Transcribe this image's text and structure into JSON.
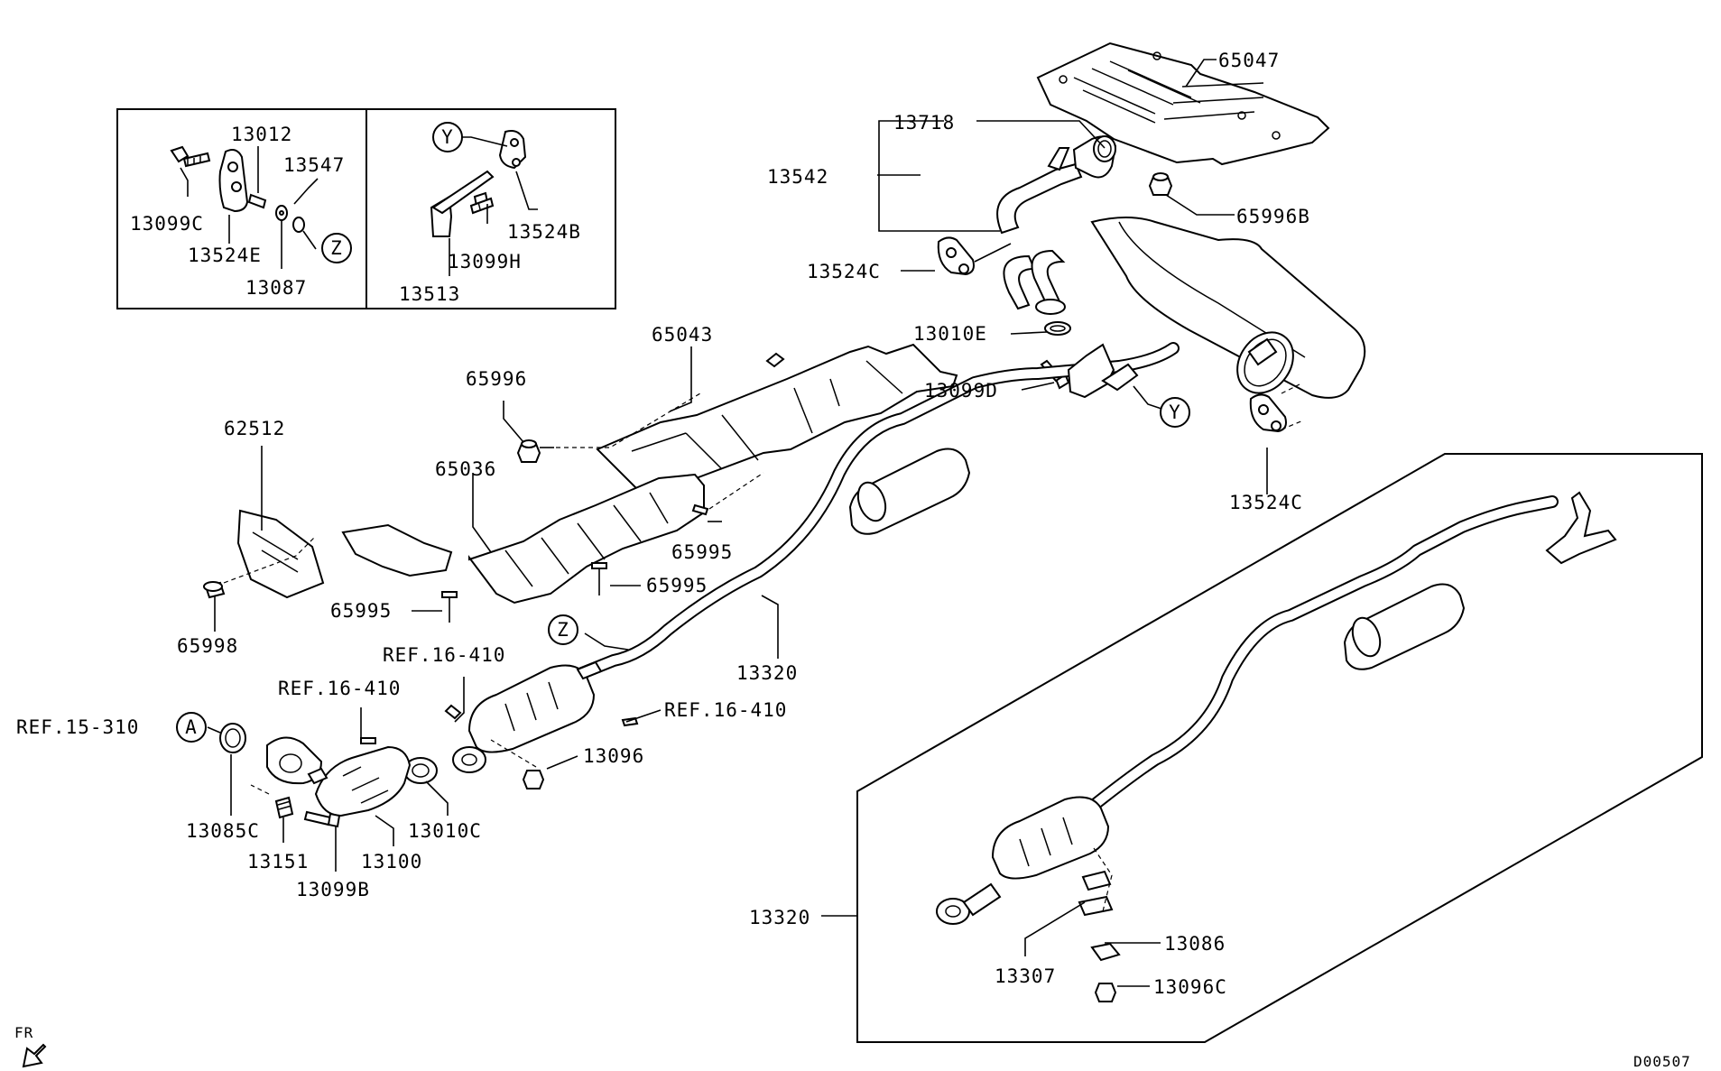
{
  "labels": {
    "p65047": "65047",
    "p13718": "13718",
    "p13542": "13542",
    "p65996b": "65996B",
    "p13524c_a": "13524C",
    "p13010e": "13010E",
    "p13099d": "13099D",
    "p13524c_b": "13524C",
    "p65043": "65043",
    "p65996": "65996",
    "p62512": "62512",
    "p65036": "65036",
    "p65995_a": "65995",
    "p65995_b": "65995",
    "p65995_c": "65995",
    "p65998": "65998",
    "p13320_a": "13320",
    "ref16410_a": "REF.16-410",
    "ref16410_b": "REF.16-410",
    "ref16410_c": "REF.16-410",
    "ref15310": "REF.15-310",
    "p13096": "13096",
    "p13085c": "13085C",
    "p13151": "13151",
    "p13100": "13100",
    "p13010c": "13010C",
    "p13099b": "13099B",
    "p13012": "13012",
    "p13547": "13547",
    "p13099c": "13099C",
    "p13524e": "13524E",
    "p13087": "13087",
    "p13524b": "13524B",
    "p13099h": "13099H",
    "p13513": "13513",
    "p13320_b": "13320",
    "p13086": "13086",
    "p13307": "13307",
    "p13096c": "13096C",
    "fr": "FR",
    "code": "D00507"
  },
  "markers": {
    "y1": "Y",
    "z1": "Z",
    "y2": "Y",
    "z2": "Z",
    "a1": "A"
  }
}
